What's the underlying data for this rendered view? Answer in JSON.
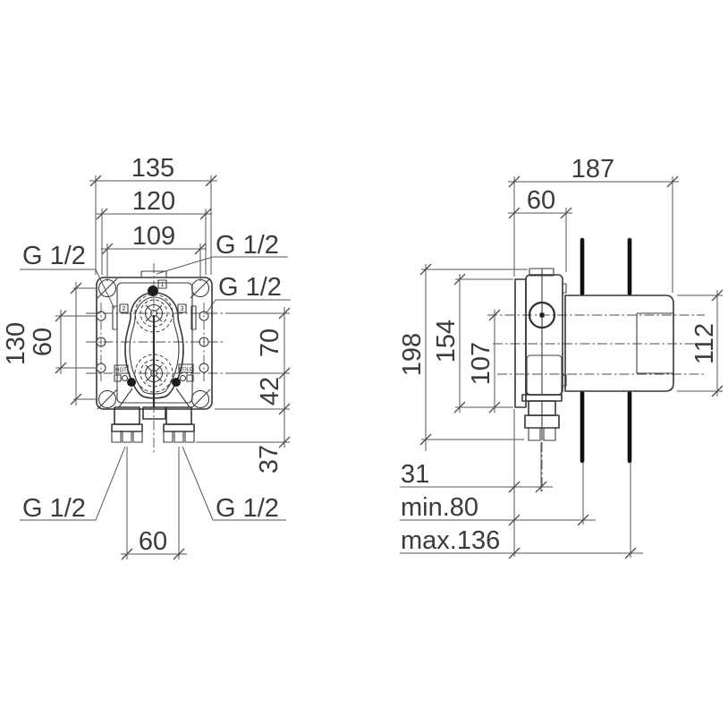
{
  "drawing_type": "installation-dimension-drawing",
  "colors": {
    "background": "#ffffff",
    "part_line": "#363636",
    "dimension_line": "#565656",
    "wall_line": "#101010",
    "text": "#3b3b3b"
  },
  "front": {
    "d135": "135",
    "d120": "120",
    "d109": "109",
    "d130": "130",
    "d60_side": "60",
    "d70": "70",
    "d42": "42",
    "d37": "37",
    "d60_bottom": "60",
    "g12_top_left": "G 1/2",
    "g12_top": "G 1/2",
    "g12_side": "G 1/2",
    "g12_inlet_left": "G 1/2",
    "g12_inlet_right": "G 1/2",
    "hot": "HOT",
    "cold": "COLD",
    "tag1": "1",
    "tag2": "2",
    "tag3": "3"
  },
  "side": {
    "d187": "187",
    "d60": "60",
    "d198": "198",
    "d154": "154",
    "d107": "107",
    "d112": "112",
    "d31": "31",
    "dmin": "min.80",
    "dmax": "max.136"
  }
}
